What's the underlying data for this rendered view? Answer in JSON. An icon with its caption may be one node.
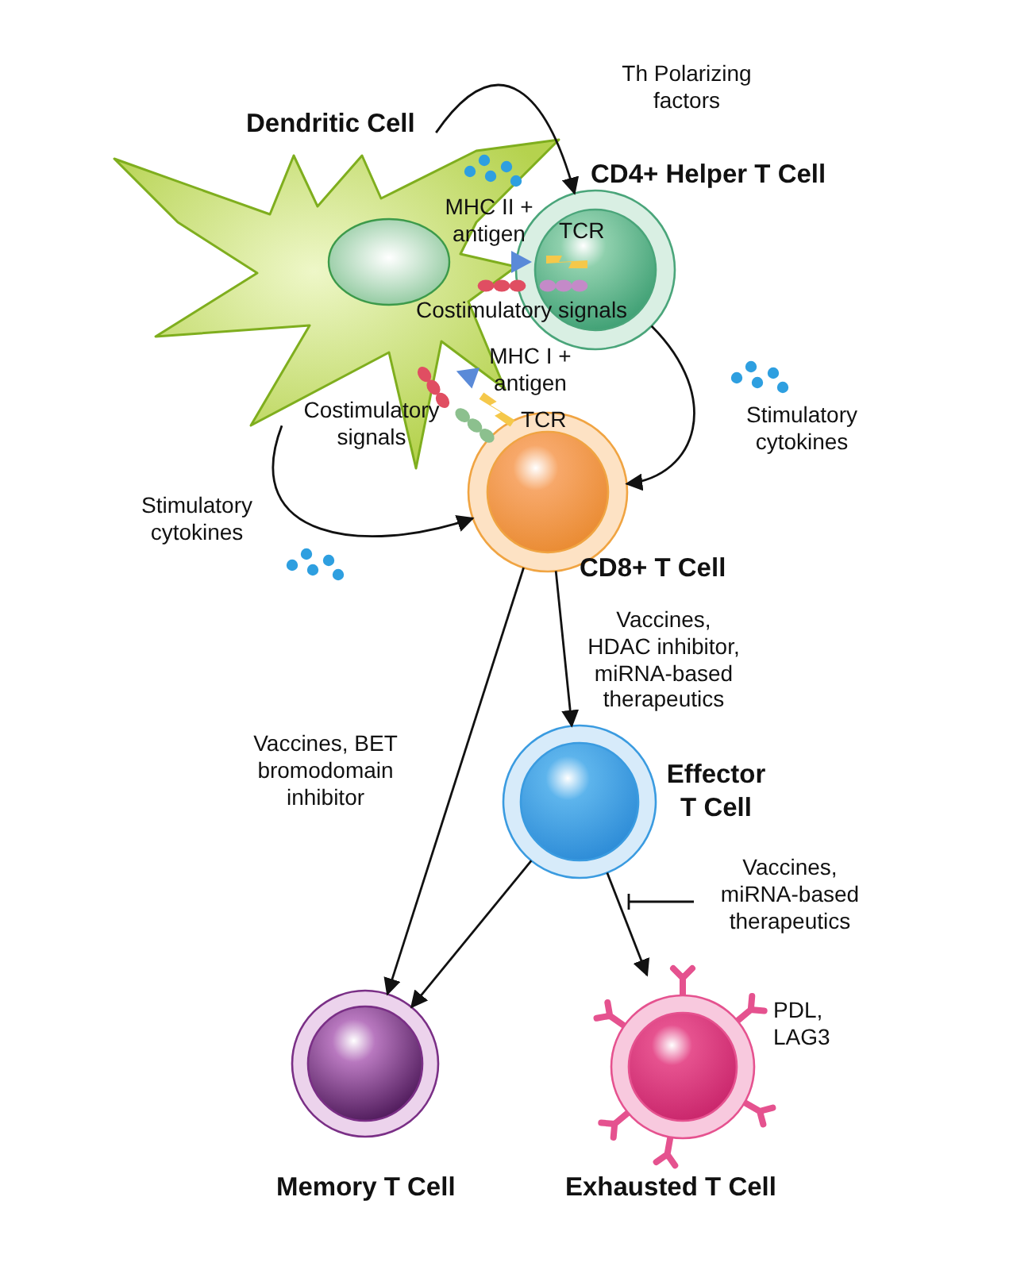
{
  "diagram": {
    "nodes": [
      {
        "text": [
          "Dendritic Cell"
        ]
      },
      {
        "text": [
          "CD4+ Helper T Cell"
        ]
      },
      {
        "text": [
          "CD8+ T Cell"
        ]
      },
      {
        "text": [
          "Effector T Cell"
        ]
      },
      {
        "text": [
          "Memory T Cell"
        ]
      },
      {
        "text": [
          "Exhausted T Cell"
        ],
        "beside": [
          "PDL, LAG3"
        ]
      }
    ],
    "edges": [
      {
        "from": 0,
        "to": 1,
        "arrow": "to"
      },
      {
        "from": 1,
        "to": 2,
        "arrow": "to"
      },
      {
        "from": 0,
        "to": 2,
        "arrow": "to"
      },
      {
        "from": 2,
        "to": 3,
        "arrow": "to"
      },
      {
        "from": 2,
        "to": 4,
        "arrow": "to"
      },
      {
        "from": 3,
        "to": 4,
        "arrow": "to"
      },
      {
        "from": 3,
        "to": 5,
        "arrow": "to"
      }
    ],
    "labels": [
      "Th Polarizing factors",
      "MHC II + antigen",
      "TCR",
      "Costimulatory signals",
      "MHC I + antigen",
      "Costimulatory signals",
      "TCR",
      "Stimulatory cytokines",
      "Stimulatory cytokines",
      "Vaccines, HDAC inhibitor, miRNA-based therapeutics",
      "Vaccines, BET bromodomain inhibitor",
      "Vaccines, miRNA-based therapeutics"
    ]
  }
}
